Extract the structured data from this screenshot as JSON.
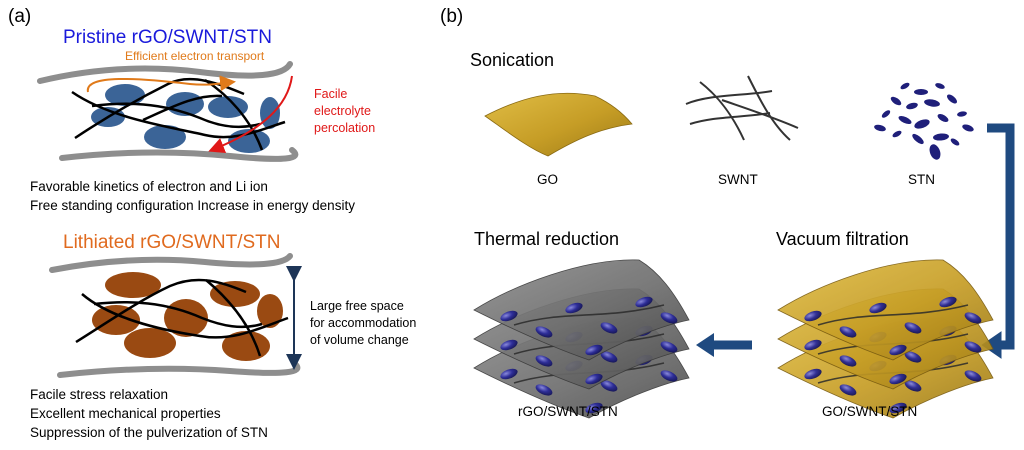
{
  "panel_a": {
    "label": "(a)",
    "pristine_title": "Pristine rGO/SWNT/STN",
    "electron_transport": "Efficient electron transport",
    "electrolyte_note": [
      "Facile",
      "electrolyte",
      "percolation"
    ],
    "pristine_desc": [
      "Favorable kinetics of electron and Li ion",
      "Free standing configuration Increase in energy density"
    ],
    "lithiated_title": "Lithiated rGO/SWNT/STN",
    "free_space_note": [
      "Large free space",
      "for accommodation",
      "of volume change"
    ],
    "lithiated_desc": [
      "Facile stress relaxation",
      "Excellent mechanical properties",
      "Suppression of the pulverization of STN"
    ]
  },
  "panel_b": {
    "label": "(b)",
    "sonication": "Sonication",
    "components": [
      "GO",
      "SWNT",
      "STN"
    ],
    "vacuum_filtration": "Vacuum filtration",
    "thermal_reduction": "Thermal reduction",
    "product_go": "GO/SWNT/STN",
    "product_rgo": "rGO/SWNT/STN"
  },
  "colors": {
    "pristine_particle": "#3b6497",
    "lithiated_particle": "#9a4a12",
    "go_sheet": "#c7a12e",
    "rgo_sheet": "#7d7d7d",
    "stn_particle": "#1f1f7a",
    "process_arrow": "#1f4a80"
  }
}
